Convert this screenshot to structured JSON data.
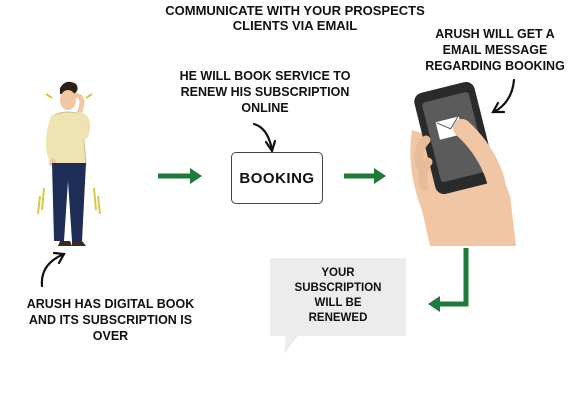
{
  "title": "COMMUNICATE  WITH YOUR PROSPECTS\nCLIENTS VIA EMAIL",
  "captions": {
    "book_service": "HE WILL BOOK SERVICE TO\nRENEW HIS SUBSCRIPTION\nONLINE",
    "email_message": "ARUSH WILL GET A\nEMAIL MESSAGE\nREGARDING BOOKING",
    "person": "ARUSH HAS DIGITAL BOOK\nAND ITS SUBSCRIPTION IS\nOVER"
  },
  "booking_label": "BOOKING",
  "note": "YOUR\nSUBSCRIPTION\nWILL BE\nRENEWED",
  "colors": {
    "arrow": "#1f7a3a",
    "note_bg": "#ececec",
    "skin": "#f0c6a4",
    "shirt": "#efe3b4",
    "pants": "#1e2d55",
    "phone": "#2a2a2a"
  },
  "icons": [
    "person-illustration",
    "hand-phone-illustration",
    "curved-pointer-arrow",
    "flow-arrow-right",
    "flow-arrow-down-left"
  ]
}
